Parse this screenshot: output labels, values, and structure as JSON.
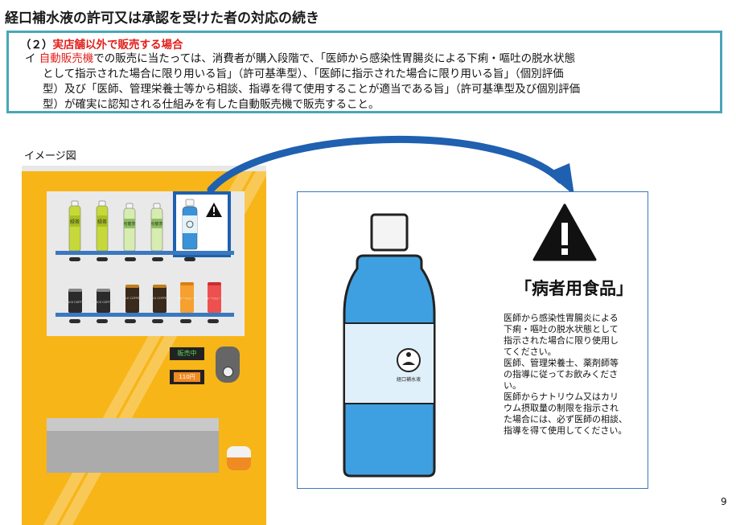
{
  "title": "経口補水液の許可又は承認を受けた者の対応の続き",
  "section": {
    "number": "（２）",
    "heading": "実店舗以外で販売する場合"
  },
  "paragraph": {
    "prefix": "イ",
    "highlight": "自動販売機",
    "lines": [
      "での販売に当たっては、消費者が購入段階で、「医師から感染性胃腸炎による下痢・嘔吐の脱水状態",
      "として指示された場合に限り用いる旨」（許可基準型）、「医師に指示された場合に限り用いる旨」（個別評価",
      "型）及び「医師、管理栄養士等から相談、指導を得て使用することが適当である旨」（許可基準型及び個別評価",
      "型）が確実に認知される仕組みを有した自動販売機で販売すること。"
    ]
  },
  "image_label": "イメージ図",
  "vending_machine": {
    "drinks_top": [
      "緑茶",
      "緑茶",
      "烏龍茶",
      "烏龍茶"
    ],
    "drinks_bottom": [
      "BLACK COFFEE",
      "BLACK COFFEE",
      "MILK COFFEE",
      "MILK COFFEE",
      "フルーツジュース",
      "フルーツジュース"
    ],
    "panel_status": "販売中",
    "panel_price": "110円"
  },
  "product": {
    "name": "「病者用食品」",
    "bottle_label": "経口補水液",
    "notes": [
      "医師から感染性胃腸炎による",
      "下痢・嘔吐の脱水状態として",
      "指示された場合に限り使用し",
      "てください。",
      "医師、管理栄養士、薬剤師等",
      "の指導に従ってお飲みくださ",
      "い。",
      "医師からナトリウム又はカリ",
      "ウム摂取量の制限を指示され",
      "た場合には、必ず医師の相談、",
      "指導を得て使用してください。"
    ]
  },
  "page_number": "9",
  "colors": {
    "accent_red": "#e0201c",
    "frame_teal": "#4aa6b8",
    "machine_yellow": "#f7b518",
    "blue": "#1f60b0"
  }
}
